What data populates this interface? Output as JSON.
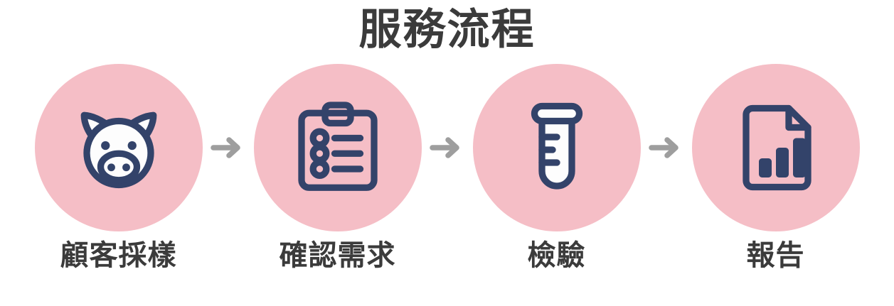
{
  "title": "服務流程",
  "colors": {
    "circle_pink": "#f5bec6",
    "icon_navy": "#33436a",
    "icon_fill_white": "#fdfdfd",
    "arrow_gray": "#9e9e9e",
    "text_dark": "#3b3b3b",
    "background": "#ffffff"
  },
  "steps": [
    {
      "label": "顧客採樣",
      "icon": "pig-face-icon"
    },
    {
      "label": "確認需求",
      "icon": "clipboard-checklist-icon"
    },
    {
      "label": "檢驗",
      "icon": "test-tube-icon"
    },
    {
      "label": "報告",
      "icon": "document-bar-chart-icon"
    }
  ],
  "connectors": [
    {
      "icon": "arrow-right-icon"
    },
    {
      "icon": "arrow-right-icon"
    },
    {
      "icon": "arrow-right-icon"
    }
  ]
}
